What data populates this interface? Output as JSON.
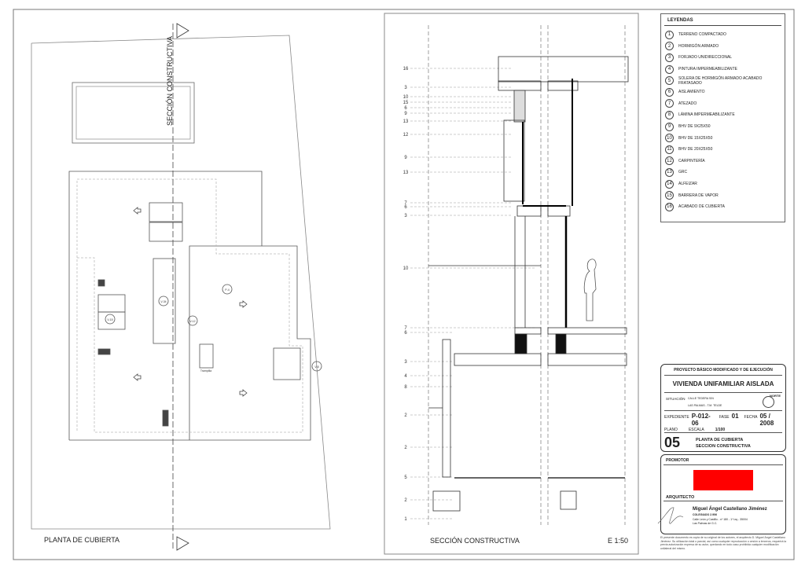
{
  "plan": {
    "title": "PLANTA DE CUBIERTA",
    "section_line_label": "SECCIÓN CONSTRUCTIVA",
    "tags": [
      "V-34",
      "V-15",
      "V-12",
      "P-4",
      "V-8"
    ],
    "hatch_label": "Trampilla"
  },
  "section": {
    "title": "SECCIÓN CONSTRUCTIVA",
    "scale": "E 1:50",
    "callouts": [
      "16",
      "3",
      "10",
      "15",
      "6",
      "9",
      "13",
      "12",
      "9",
      "13",
      "7",
      "6",
      "3",
      "10",
      "7",
      "6",
      "3",
      "4",
      "8",
      "2",
      "2",
      "5",
      "2",
      "1"
    ]
  },
  "legend": {
    "title": "LEYENDAS",
    "items": [
      {
        "n": "1",
        "label": "TERRENO COMPACTADO"
      },
      {
        "n": "2",
        "label": "HORMIGÓN ARMADO"
      },
      {
        "n": "3",
        "label": "FORJADO UNIDIRECCIONAL"
      },
      {
        "n": "4",
        "label": "PINTURA IMPERMEABILIZANTE"
      },
      {
        "n": "5",
        "label": "SOLERA DE HORMIGÓN ARMADO ACABADO FRATASADO"
      },
      {
        "n": "6",
        "label": "AISLAMIENTO"
      },
      {
        "n": "7",
        "label": "ATEZADO"
      },
      {
        "n": "8",
        "label": "LÁMINA IMPERMEABILIZANTE"
      },
      {
        "n": "9",
        "label": "BHV DE 9X25X50"
      },
      {
        "n": "10",
        "label": "BHV DE 15X25X50"
      },
      {
        "n": "11",
        "label": "BHV DE 20X25X50"
      },
      {
        "n": "12",
        "label": "CARPINTERÍA"
      },
      {
        "n": "13",
        "label": "GRC"
      },
      {
        "n": "14",
        "label": "ALFEIZAR"
      },
      {
        "n": "15",
        "label": "BARRERA DE VAPOR"
      },
      {
        "n": "16",
        "label": "ACABADO DE CUBIERTA"
      }
    ]
  },
  "title_block": {
    "project_type": "PROYECTO BÁSICO MODIFICADO Y DE EJECUCIÓN",
    "project_name": "VIVIENDA UNIFAMILIAR AISLADA",
    "situacion_label": "SITUACIÓN",
    "address_1": "CALLE TEDERA S/N",
    "address_2": "LAS PALMAS - T.M. TELDE",
    "north": "NORTE",
    "expediente_label": "EXPEDIENTE",
    "expediente": "P-012-06",
    "fase_label": "FASE",
    "fase": "01",
    "fecha_label": "FECHA",
    "fecha": "05 / 2008",
    "plano_label": "PLANO",
    "escala_label": "ESCALA",
    "escala": "1/100",
    "plano_number": "05",
    "plano_title_1": "PLANTA DE CUBIERTA",
    "plano_title_2": "SECCION CONSTRUCTIVA"
  },
  "promotor": {
    "label": "PROMOTOR",
    "redaction_color": "#ff0000",
    "architect_label": "ARQUITECTO",
    "architect_name": "Miguel Ángel Castellano Jiménez",
    "colegiado": "COLEGIADO 2.906",
    "address": "Calle León y Castillo - nº 180 - 1º Izq - 35004",
    "city": "Las Palmas de G.C.",
    "disclaimer": "El presente documento es copia de su original de los autores, el arquitecto D. Miguel Ángel Castellano Jiménez. Su utilización total o parcial, así como cualquier reproducción o cesión a terceros, requerirá la previa autorización expresa de su autor, quedando en todo caso prohibida cualquier modificación unilateral del mismo."
  }
}
